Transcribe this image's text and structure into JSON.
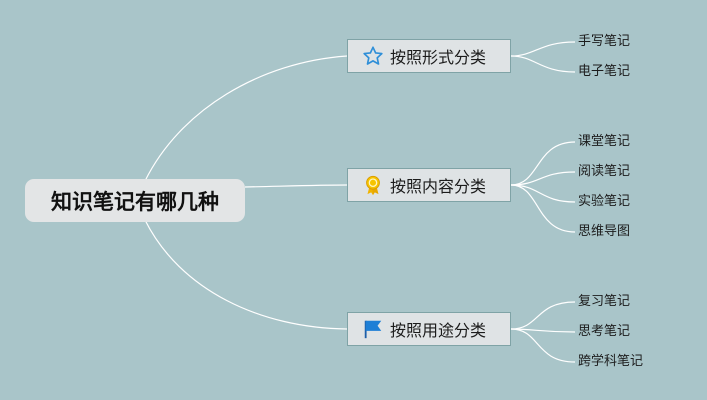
{
  "root": {
    "label": "知识笔记有哪几种"
  },
  "branches": [
    {
      "label": "按照形式分类",
      "icon": "star-outline-icon",
      "color": "#2f8fd8",
      "leaves": [
        "手写笔记",
        "电子笔记"
      ]
    },
    {
      "label": "按照内容分类",
      "icon": "award-ribbon-icon",
      "color": "#f0b400",
      "leaves": [
        "课堂笔记",
        "阅读笔记",
        "实验笔记",
        "思维导图"
      ]
    },
    {
      "label": "按照用途分类",
      "icon": "flag-icon",
      "color": "#1e7fd6",
      "leaves": [
        "复习笔记",
        "思考笔记",
        "跨学科笔记"
      ]
    }
  ],
  "colors": {
    "background": "#a9c5c9",
    "connector": "#ffffff"
  }
}
